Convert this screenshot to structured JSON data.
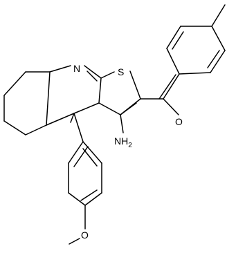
{
  "molecule": {
    "atoms": {
      "n_label": "N",
      "s_label": "S",
      "o_ketone_label": "O",
      "nh2_main": "NH",
      "nh2_sub": "2",
      "o_ether_label": "O"
    },
    "colors": {
      "bond": "#000000",
      "text": "#000000",
      "background": "#ffffff"
    }
  }
}
